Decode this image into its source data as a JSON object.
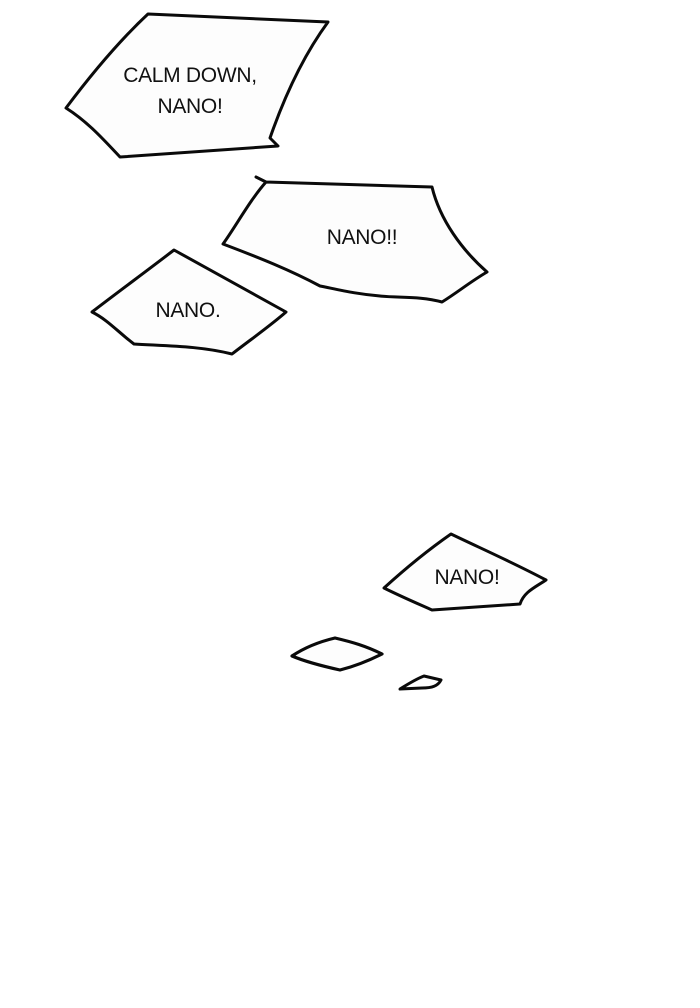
{
  "panel": {
    "background": "#ffffff",
    "stroke_color": "#0a0a0a"
  },
  "bubbles": [
    {
      "id": "calm-down",
      "text": "CALM DOWN,\nNANO!"
    },
    {
      "id": "nano-double-exclaim",
      "text": "NANO!!"
    },
    {
      "id": "nano-period",
      "text": "NANO."
    },
    {
      "id": "nano-exclaim",
      "text": "NANO!"
    },
    {
      "id": "trail-medium",
      "text": ""
    },
    {
      "id": "trail-small",
      "text": ""
    }
  ]
}
